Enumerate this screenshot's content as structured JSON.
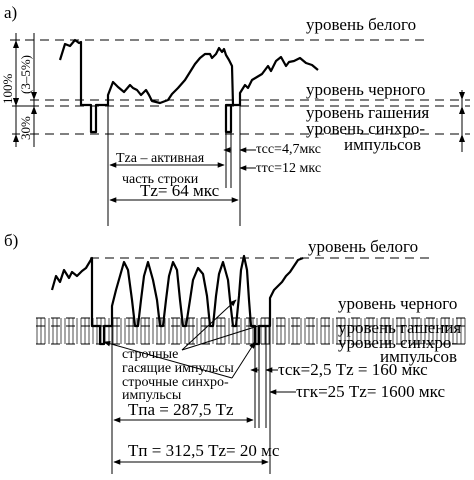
{
  "panel_a": {
    "label": "а)",
    "level_white": "уровень белого",
    "level_black": "уровень черного",
    "level_blank": "уровень гашения",
    "level_sync_1": "уровень синхро-",
    "level_sync_2": "импульсов",
    "pct_100": "100%",
    "pct_3_5": "(3–5%)",
    "pct_30": "30%",
    "t_active_1": "Tzа – активная",
    "t_active_2": "часть строки",
    "t_cc": "τсс=4,7мкс",
    "t_tc": "τтс=12 мкс",
    "t_z": "Tz= 64 мкс"
  },
  "panel_b": {
    "label": "б)",
    "level_white": "уровень белого",
    "level_black": "уровень черного",
    "level_blank": "уровень гашения",
    "level_sync_1": "уровень синхро-",
    "level_sync_2": "импульсов",
    "line_blank_1": "строчные",
    "line_blank_2": "гасящие импульсы",
    "line_sync_1": "строчные синхро-",
    "line_sync_2": "импульсы",
    "t_ck": "τск=2,5 Tz = 160 мкс",
    "t_gk": "τгк=25 Tz= 1600 мкс",
    "t_pa": "Tпа = 287,5 Tz",
    "t_p": "Tп = 312,5 Tz= 20 мс"
  }
}
